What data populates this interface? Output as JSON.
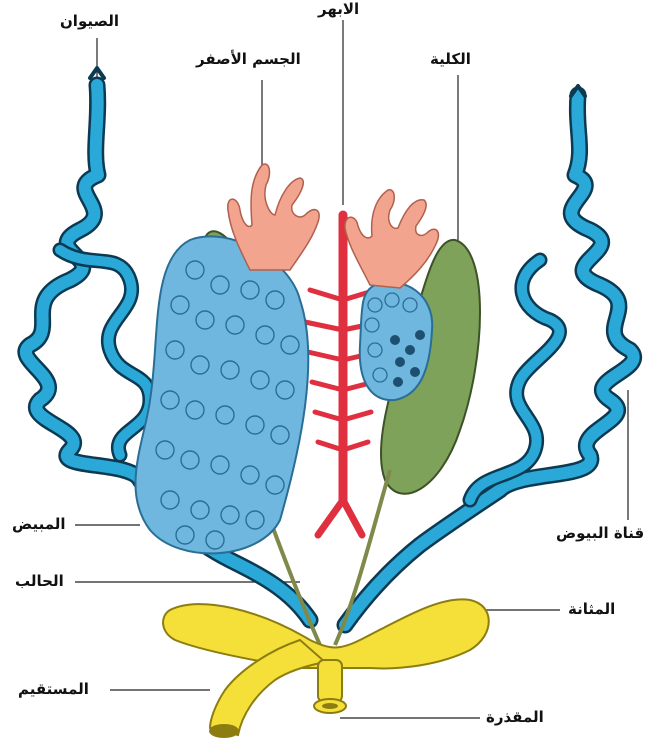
{
  "labels": {
    "funiculus": "الصيوان",
    "aorta": "الابهر",
    "corpus_luteum": "الجسم الأصفر",
    "kidney": "الكلية",
    "ovary": "المبيض",
    "oviduct": "قناة البيوض",
    "ureter": "الحالب",
    "bladder": "المثانة",
    "rectum": "المستقيم",
    "cloaca": "المقذرة"
  },
  "colors": {
    "duct_blue": "#2aa8d8",
    "duct_outline": "#0b3a52",
    "ovary_blue": "#6fb7de",
    "kidney_green": "#7fa25a",
    "aorta_red": "#e03040",
    "corpus_pink": "#f2a48f",
    "bladder_yellow": "#f5e03a"
  }
}
